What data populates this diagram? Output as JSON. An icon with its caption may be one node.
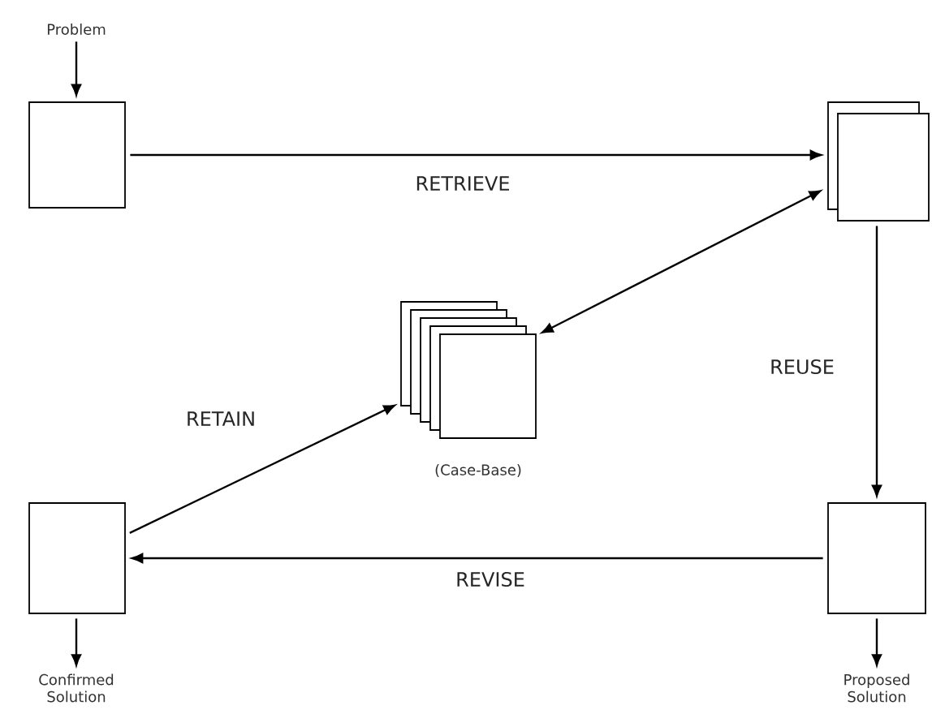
{
  "diagram": {
    "nodes": [
      {
        "text": [
          "Problem"
        ]
      },
      {
        "text": [],
        "shape": "box"
      },
      {
        "text": [],
        "shape": "box"
      },
      {
        "text": [],
        "shape": "box",
        "beside": [
          "(Case-Base)"
        ]
      },
      {
        "text": [],
        "shape": "box"
      },
      {
        "text": [],
        "shape": "box"
      },
      {
        "text": [
          "Confirmed Solution"
        ]
      },
      {
        "text": [
          "Proposed Solution"
        ]
      }
    ],
    "edges": [
      {
        "from": 0,
        "to": 1,
        "arrow": "to"
      },
      {
        "from": 1,
        "to": 2,
        "arrow": "to",
        "label": "RETRIEVE"
      },
      {
        "from": 2,
        "to": 3,
        "arrow": "both"
      },
      {
        "from": 2,
        "to": 5,
        "arrow": "to",
        "label": "REUSE"
      },
      {
        "from": 5,
        "to": 4,
        "arrow": "to",
        "label": "REVISE"
      },
      {
        "from": 4,
        "to": 3,
        "arrow": "to",
        "label": "RETAIN"
      },
      {
        "from": 4,
        "to": 6,
        "arrow": "to"
      },
      {
        "from": 5,
        "to": 7,
        "arrow": "to"
      }
    ]
  }
}
